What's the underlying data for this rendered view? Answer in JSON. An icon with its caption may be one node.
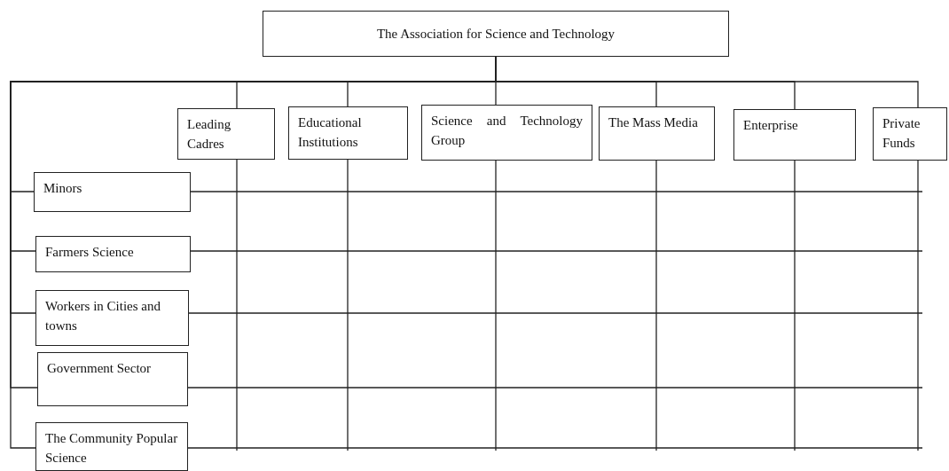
{
  "diagram": {
    "nodes": [
      {
        "text": [
          "The Association for Science and Technology"
        ]
      },
      {
        "text": [
          "Leading Cadres"
        ]
      },
      {
        "text": [
          "Educational Institutions"
        ]
      },
      {
        "text": [
          "Science and Technology Group"
        ]
      },
      {
        "text": [
          "The Mass Media"
        ]
      },
      {
        "text": [
          "Enterprise"
        ]
      },
      {
        "text": [
          "Private Funds"
        ]
      },
      {
        "text": [
          "Minors"
        ]
      },
      {
        "text": [
          "Farmers Science"
        ]
      },
      {
        "text": [
          "Workers in Cities and towns"
        ]
      },
      {
        "text": [
          "Government Sector"
        ]
      },
      {
        "text": [
          "The Community Popular Science"
        ]
      }
    ],
    "edges": [
      {
        "from": 0,
        "to": 1,
        "arrow": "none"
      },
      {
        "from": 0,
        "to": 2,
        "arrow": "none"
      },
      {
        "from": 0,
        "to": 3,
        "arrow": "none"
      },
      {
        "from": 0,
        "to": 4,
        "arrow": "none"
      },
      {
        "from": 0,
        "to": 5,
        "arrow": "none"
      },
      {
        "from": 0,
        "to": 6,
        "arrow": "none"
      },
      {
        "from": 0,
        "to": 7,
        "arrow": "none"
      },
      {
        "from": 0,
        "to": 8,
        "arrow": "none"
      },
      {
        "from": 0,
        "to": 9,
        "arrow": "none"
      },
      {
        "from": 0,
        "to": 10,
        "arrow": "none"
      },
      {
        "from": 0,
        "to": 11,
        "arrow": "none"
      },
      {
        "from": 1,
        "to": null,
        "arrow": "none"
      },
      {
        "from": 2,
        "to": null,
        "arrow": "none"
      },
      {
        "from": 3,
        "to": null,
        "arrow": "none"
      },
      {
        "from": 4,
        "to": null,
        "arrow": "none"
      },
      {
        "from": 5,
        "to": null,
        "arrow": "none"
      },
      {
        "from": 6,
        "to": null,
        "arrow": "none"
      },
      {
        "from": 7,
        "to": null,
        "arrow": "none"
      },
      {
        "from": 8,
        "to": null,
        "arrow": "none"
      },
      {
        "from": 9,
        "to": null,
        "arrow": "none"
      },
      {
        "from": 10,
        "to": null,
        "arrow": "none"
      },
      {
        "from": 11,
        "to": null,
        "arrow": "none"
      }
    ]
  }
}
